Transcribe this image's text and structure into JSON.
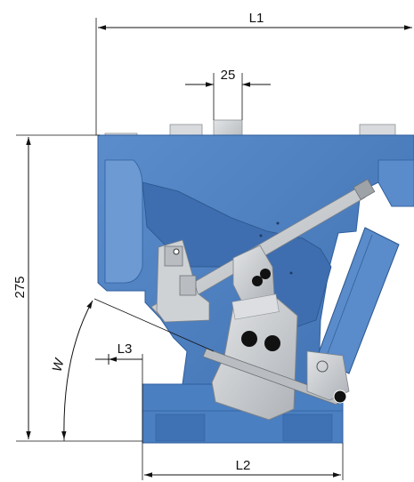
{
  "dimensions": {
    "overall_length": "L1",
    "slot_width": "25",
    "height": "275",
    "left_offset": "L3",
    "angle": "W",
    "base_length": "L2"
  },
  "colors": {
    "body_blue": "#4a7fc1",
    "body_blue_dark": "#2f5f9e",
    "body_blue_light": "#6d9ad3",
    "steel_grey": "#c9ccd0",
    "steel_grey_dark": "#8d9196",
    "line": "#111111"
  }
}
